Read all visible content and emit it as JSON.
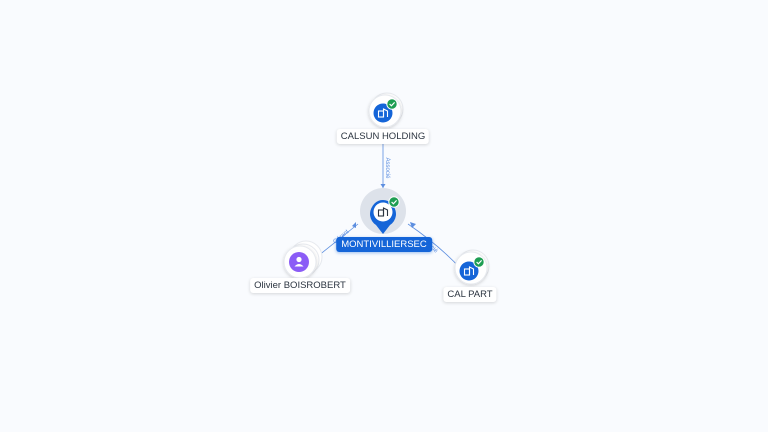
{
  "colors": {
    "company": "#1565d8",
    "person": "#8b5cf6",
    "verified": "#1e9e52",
    "edge": "#5c8ee0"
  },
  "nodes": {
    "center": {
      "label": "MONTIVILLIERSEC",
      "icon": "building-icon",
      "verified": true
    },
    "calsun": {
      "label": "CALSUN HOLDING",
      "icon": "building-icon",
      "verified": true
    },
    "calpart": {
      "label": "CAL PART",
      "icon": "building-icon",
      "verified": true
    },
    "olivier": {
      "label": "Olivier BOISROBERT",
      "icon": "person-icon",
      "verified": false
    }
  },
  "edges": {
    "calsun_center": {
      "label": "Associé"
    },
    "olivier_center": {
      "label": "Gérant"
    },
    "calpart_center": {
      "label": "Associé"
    }
  }
}
